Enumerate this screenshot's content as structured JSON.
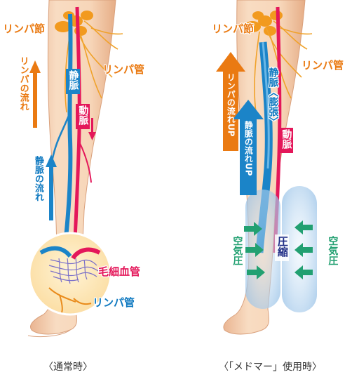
{
  "left_panel": {
    "lymph_node": "リンパ節",
    "lymph_vessel_top": "リンパ管",
    "lymph_flow": "リンパの流れ",
    "vein": "静脈",
    "artery": "動脈",
    "vein_flow": "静脈の流れ",
    "capillary": "毛細血管",
    "lymph_vessel_bottom": "リンパ管",
    "caption": "〈通常時〉"
  },
  "right_panel": {
    "lymph_node": "リンパ節",
    "lymph_vessel": "リンパ管",
    "lymph_flow_up": "リンパの流れUP",
    "vein_expansion": "静脈〈膨張〉",
    "vein_flow_up": "静脈の流れUP",
    "artery": "動脈",
    "compression": "圧縮",
    "air_pressure_left": "空気圧",
    "air_pressure_right": "空気圧",
    "caption": "〈「メドマー」使用時〉"
  },
  "colors": {
    "skin": "#f6d3b5",
    "skin_shadow": "#e8b48f",
    "vein": "#1b84c8",
    "artery": "#e4175a",
    "lymph": "#f09a1a",
    "air": "#bcd8f0",
    "pressure_arrow": "#22a071"
  }
}
